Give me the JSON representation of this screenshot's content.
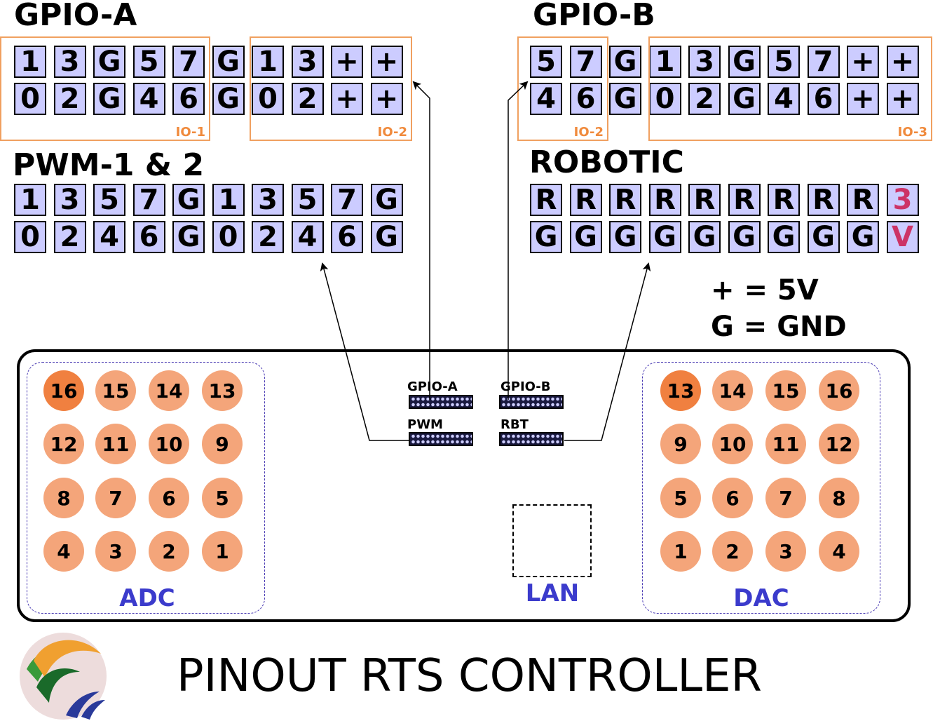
{
  "titles": {
    "gpio_a": "GPIO-A",
    "gpio_b": "GPIO-B",
    "pwm": "PWM-1 & 2",
    "robotic": "ROBOTIC"
  },
  "gpio_a": {
    "cols": 10,
    "pins": [
      "1",
      "3",
      "G",
      "5",
      "7",
      "G",
      "1",
      "3",
      "+",
      "+",
      "0",
      "2",
      "G",
      "4",
      "6",
      "G",
      "0",
      "2",
      "+",
      "+"
    ],
    "io_labels": [
      "IO-1",
      "IO-2"
    ]
  },
  "gpio_b": {
    "cols": 10,
    "pins": [
      "5",
      "7",
      "G",
      "1",
      "3",
      "G",
      "5",
      "7",
      "+",
      "+",
      "4",
      "6",
      "G",
      "0",
      "2",
      "G",
      "4",
      "6",
      "+",
      "+"
    ],
    "io_labels": [
      "IO-2",
      "IO-3"
    ]
  },
  "pwm": {
    "cols": 10,
    "pins": [
      "1",
      "3",
      "5",
      "7",
      "G",
      "1",
      "3",
      "5",
      "7",
      "G",
      "0",
      "2",
      "4",
      "6",
      "G",
      "0",
      "2",
      "4",
      "6",
      "G"
    ]
  },
  "robotic": {
    "cols": 10,
    "pins": [
      "R",
      "R",
      "R",
      "R",
      "R",
      "R",
      "R",
      "R",
      "R",
      "3",
      "G",
      "G",
      "G",
      "G",
      "G",
      "G",
      "G",
      "G",
      "G",
      "V"
    ]
  },
  "legend": {
    "line1": "+ = 5V",
    "line2": "G = GND"
  },
  "adc": {
    "label": "ADC",
    "rows": [
      [
        "16",
        "15",
        "14",
        "13"
      ],
      [
        "12",
        "11",
        "10",
        "9"
      ],
      [
        "8",
        "7",
        "6",
        "5"
      ],
      [
        "4",
        "3",
        "2",
        "1"
      ]
    ]
  },
  "dac": {
    "label": "DAC",
    "rows": [
      [
        "13",
        "14",
        "15",
        "16"
      ],
      [
        "9",
        "10",
        "11",
        "12"
      ],
      [
        "5",
        "6",
        "7",
        "8"
      ],
      [
        "1",
        "2",
        "3",
        "4"
      ]
    ]
  },
  "headers": {
    "gpio_a": "GPIO-A",
    "gpio_b": "GPIO-B",
    "pwm": "PWM",
    "rbt": "RBT"
  },
  "lan": "LAN",
  "caption": "PINOUT RTS CONTROLLER",
  "colors": {
    "pin_fill": "#ccccff",
    "io_box": "#f0a060",
    "circle": "#f4a57a",
    "circle_highlight": "#f08040",
    "label_blue": "#3b3bcc",
    "pin_red": "#cc3366"
  }
}
